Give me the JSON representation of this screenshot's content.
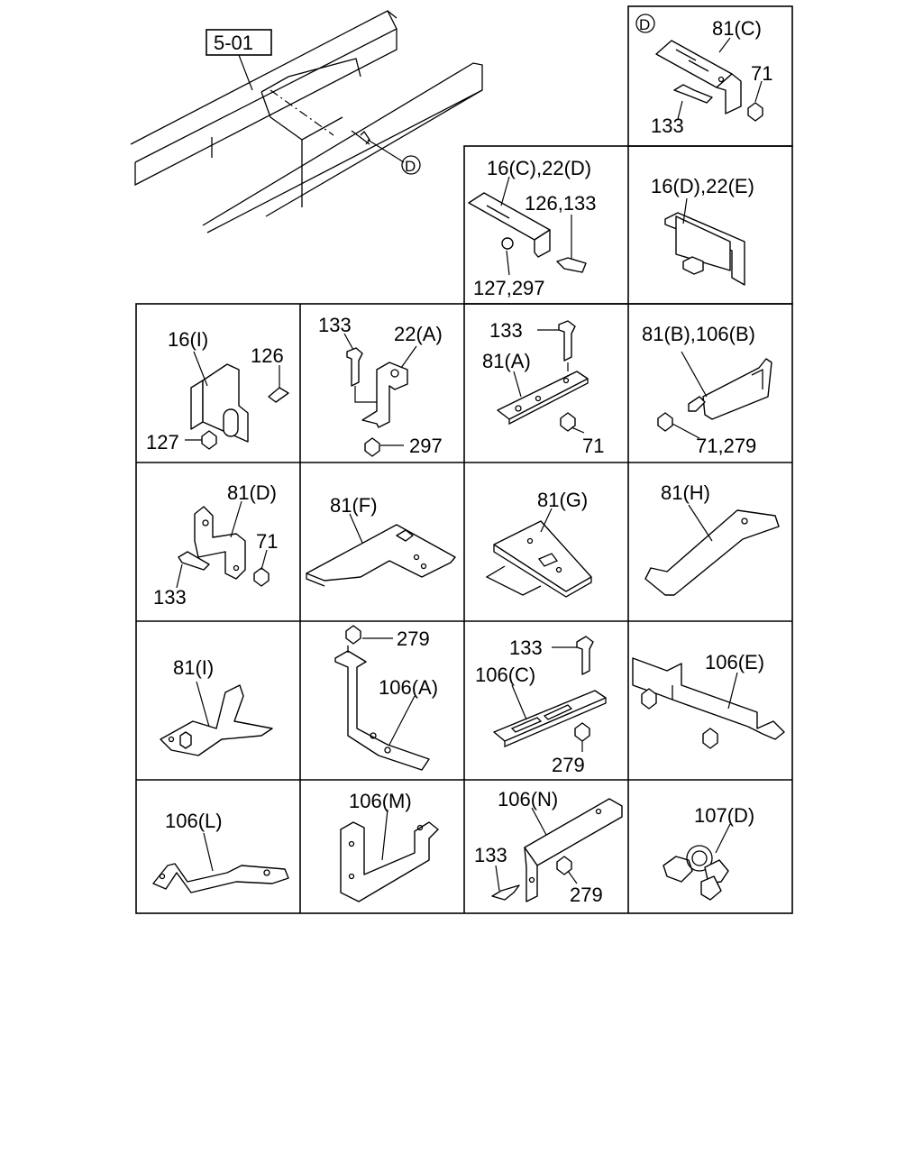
{
  "overview": {
    "ref_box": "5-01",
    "detail_marker": "D"
  },
  "detail_box": {
    "marker": "D",
    "parts": [
      "81(C)",
      "71",
      "133"
    ]
  },
  "cells": [
    {
      "id": "c16c22d",
      "labels": [
        "16(C),22(D)",
        "126,133",
        "127,297"
      ]
    },
    {
      "id": "c16d22e",
      "labels": [
        "16(D),22(E)"
      ]
    },
    {
      "id": "c16i",
      "labels": [
        "16(I)",
        "126",
        "127"
      ]
    },
    {
      "id": "c22a",
      "labels": [
        "133",
        "22(A)",
        "297"
      ]
    },
    {
      "id": "c81a",
      "labels": [
        "133",
        "81(A)",
        "71"
      ]
    },
    {
      "id": "c81b",
      "labels": [
        "81(B),106(B)",
        "71,279"
      ]
    },
    {
      "id": "c81d",
      "labels": [
        "81(D)",
        "71",
        "133"
      ]
    },
    {
      "id": "c81f",
      "labels": [
        "81(F)"
      ]
    },
    {
      "id": "c81g",
      "labels": [
        "81(G)"
      ]
    },
    {
      "id": "c81h",
      "labels": [
        "81(H)"
      ]
    },
    {
      "id": "c81i",
      "labels": [
        "81(I)"
      ]
    },
    {
      "id": "c106a",
      "labels": [
        "279",
        "106(A)"
      ]
    },
    {
      "id": "c106c",
      "labels": [
        "133",
        "106(C)",
        "279"
      ]
    },
    {
      "id": "c106e",
      "labels": [
        "106(E)"
      ]
    },
    {
      "id": "c106l",
      "labels": [
        "106(L)"
      ]
    },
    {
      "id": "c106m",
      "labels": [
        "106(M)"
      ]
    },
    {
      "id": "c106n",
      "labels": [
        "106(N)",
        "133",
        "279"
      ]
    },
    {
      "id": "c107d",
      "labels": [
        "107(D)"
      ]
    }
  ]
}
